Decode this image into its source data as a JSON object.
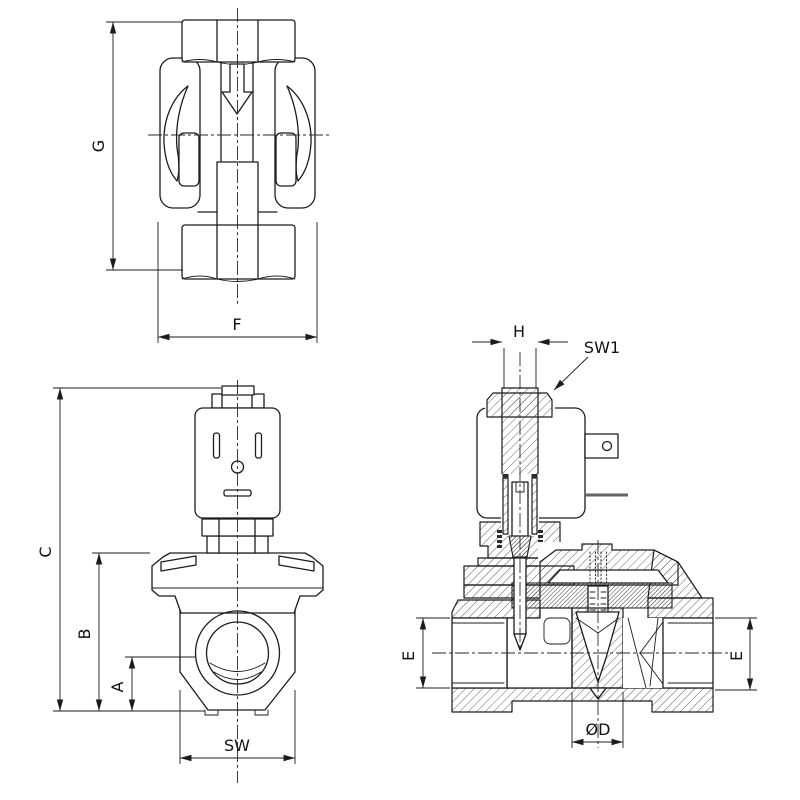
{
  "labels": {
    "top_view": {
      "height": "G",
      "width": "F"
    },
    "front_view": {
      "total_height": "C",
      "mid_height": "B",
      "axis_height": "A",
      "wrench": "SW"
    },
    "section_view": {
      "tube_width": "H",
      "nut_wrench": "SW1",
      "port_depth_left": "E",
      "port_depth_right": "E",
      "orifice": "ØD"
    }
  },
  "colors": {
    "line": "#1c1c1c",
    "background": "#ffffff",
    "hatch": "#3c3c3c"
  }
}
